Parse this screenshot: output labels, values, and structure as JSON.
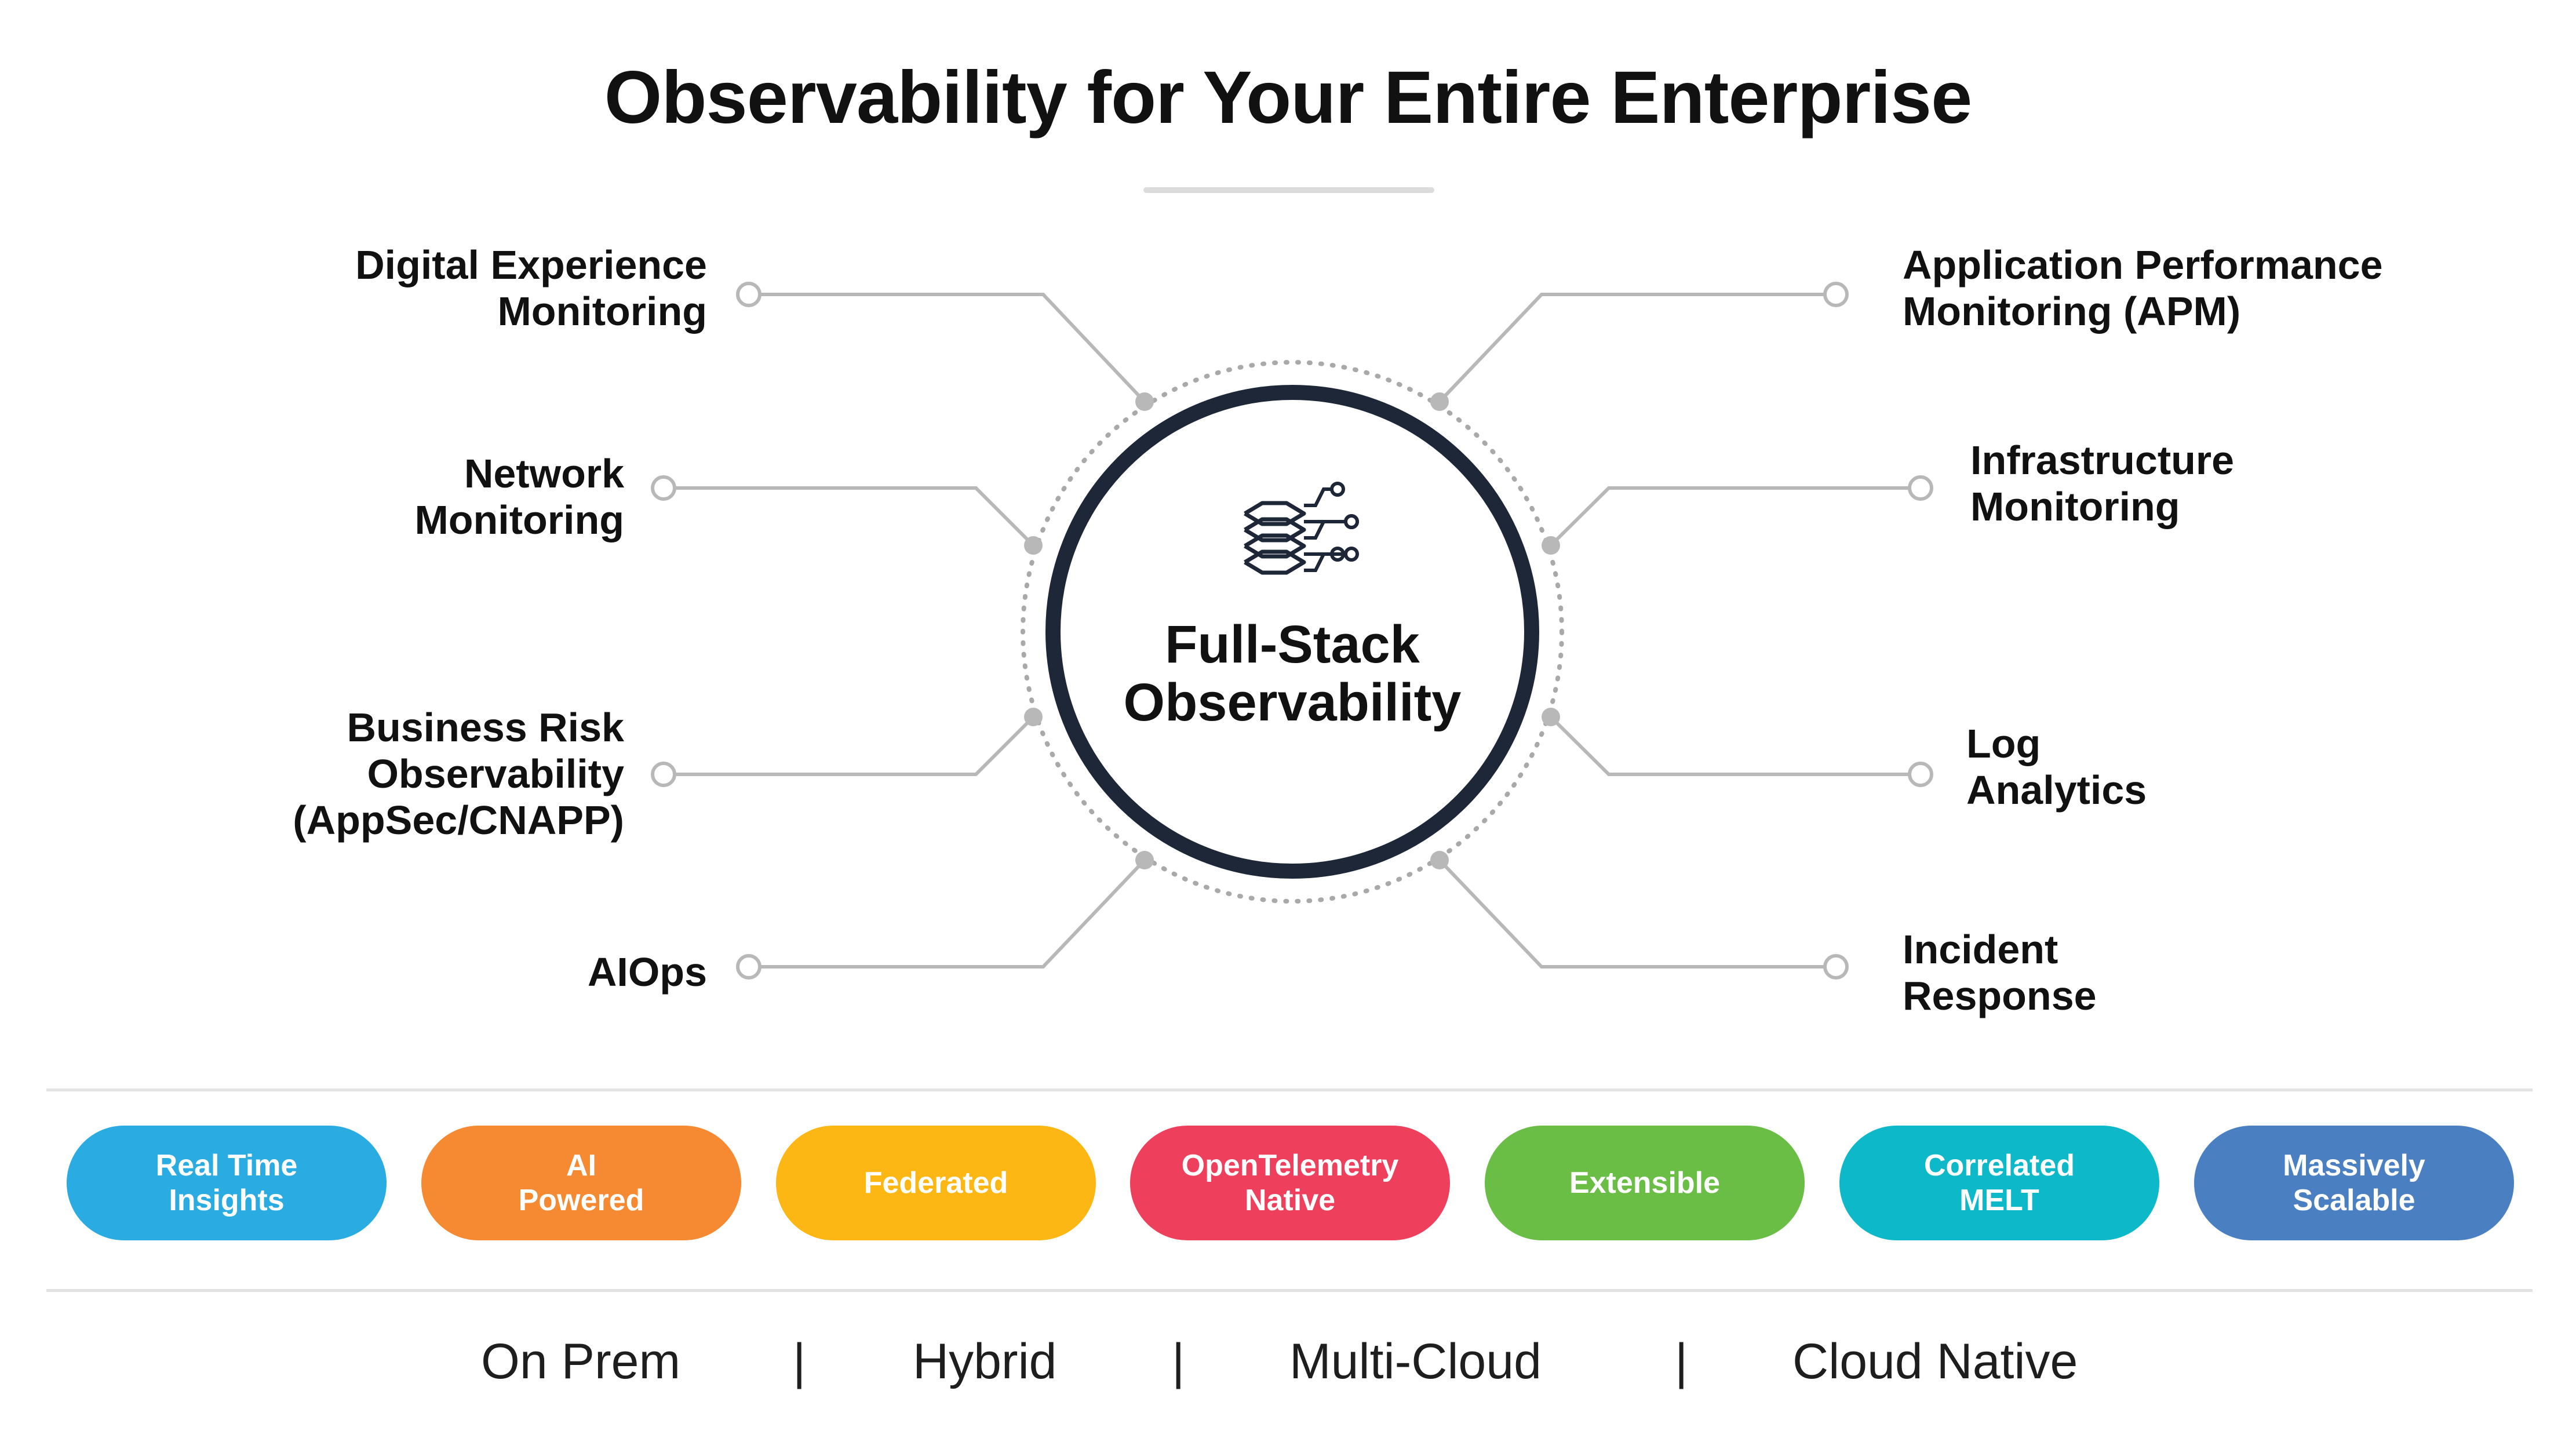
{
  "title": "Observability for Your Entire Enterprise",
  "center": {
    "label": "Full-Stack\nObservability",
    "icon": "layers-circuit-icon"
  },
  "capabilities_left": [
    "Digital Experience\nMonitoring",
    "Network\nMonitoring",
    "Business Risk\nObservability\n(AppSec/CNAPP)",
    "AIOps"
  ],
  "capabilities_right": [
    "Application Performance\nMonitoring (APM)",
    "Infrastructure\nMonitoring",
    "Log\nAnalytics",
    "Incident\nResponse"
  ],
  "pills": [
    {
      "label": "Real Time\nInsights",
      "color": "#2AABE2"
    },
    {
      "label": "AI\nPowered",
      "color": "#F58A33"
    },
    {
      "label": "Federated",
      "color": "#FDB714"
    },
    {
      "label": "OpenTelemetry\nNative",
      "color": "#EE3F5D"
    },
    {
      "label": "Extensible",
      "color": "#6ABD45"
    },
    {
      "label": "Correlated\nMELT",
      "color": "#0DB9C9"
    },
    {
      "label": "Massively\nScalable",
      "color": "#4A7FC1"
    }
  ],
  "deployments": [
    "On Prem",
    "Hybrid",
    "Multi-Cloud",
    "Cloud Native"
  ],
  "separator": "|",
  "colors": {
    "ring": "#1E2738",
    "connector": "#B8B8B8",
    "text": "#111111"
  }
}
